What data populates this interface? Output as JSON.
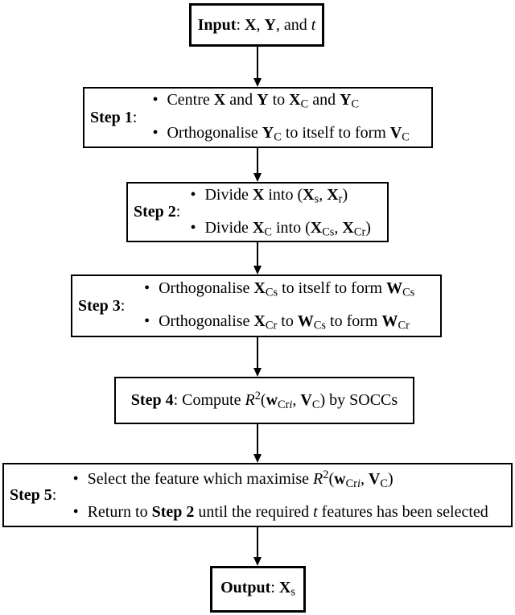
{
  "colors": {
    "background": "#ffffff",
    "line": "#000000",
    "text": "#000000"
  },
  "bullet_char": "•",
  "nodes": {
    "input": {
      "rich": [
        {
          "t": "Input",
          "b": true
        },
        {
          "t": ": "
        },
        {
          "t": "X",
          "b": true
        },
        {
          "t": ", "
        },
        {
          "t": "Y",
          "b": true
        },
        {
          "t": ", and "
        },
        {
          "t": "t",
          "i": true
        }
      ]
    },
    "step1": {
      "label": [
        {
          "t": "Step 1",
          "b": true
        },
        {
          "t": ":"
        }
      ],
      "bullets": [
        [
          {
            "t": "Centre "
          },
          {
            "t": "X",
            "b": true
          },
          {
            "t": " and "
          },
          {
            "t": "Y",
            "b": true
          },
          {
            "t": " to "
          },
          {
            "t": "X",
            "b": true
          },
          {
            "t": "C",
            "v": "sub"
          },
          {
            "t": " and "
          },
          {
            "t": "Y",
            "b": true
          },
          {
            "t": "C",
            "v": "sub"
          }
        ],
        [
          {
            "t": "Orthogonalise "
          },
          {
            "t": "Y",
            "b": true
          },
          {
            "t": "C",
            "v": "sub"
          },
          {
            "t": " to itself to form "
          },
          {
            "t": "V",
            "b": true
          },
          {
            "t": "C",
            "v": "sub"
          }
        ]
      ]
    },
    "step2": {
      "label": [
        {
          "t": "Step 2",
          "b": true
        },
        {
          "t": ":"
        }
      ],
      "bullets": [
        [
          {
            "t": "Divide "
          },
          {
            "t": "X",
            "b": true
          },
          {
            "t": " into ("
          },
          {
            "t": "X",
            "b": true
          },
          {
            "t": "s",
            "v": "sub"
          },
          {
            "t": ", "
          },
          {
            "t": "X",
            "b": true
          },
          {
            "t": "r",
            "v": "sub"
          },
          {
            "t": ")"
          }
        ],
        [
          {
            "t": "Divide "
          },
          {
            "t": "X",
            "b": true
          },
          {
            "t": "C",
            "v": "sub"
          },
          {
            "t": " into ("
          },
          {
            "t": "X",
            "b": true
          },
          {
            "t": "Cs",
            "v": "sub"
          },
          {
            "t": ", "
          },
          {
            "t": "X",
            "b": true
          },
          {
            "t": "Cr",
            "v": "sub"
          },
          {
            "t": ")"
          }
        ]
      ]
    },
    "step3": {
      "label": [
        {
          "t": "Step 3",
          "b": true
        },
        {
          "t": ":"
        }
      ],
      "bullets": [
        [
          {
            "t": "Orthogonalise "
          },
          {
            "t": "X",
            "b": true
          },
          {
            "t": "Cs",
            "v": "sub"
          },
          {
            "t": " to itself to form "
          },
          {
            "t": "W",
            "b": true
          },
          {
            "t": "Cs",
            "v": "sub"
          }
        ],
        [
          {
            "t": "Orthogonalise "
          },
          {
            "t": "X",
            "b": true
          },
          {
            "t": "Cr",
            "v": "sub"
          },
          {
            "t": " to "
          },
          {
            "t": "W",
            "b": true
          },
          {
            "t": "Cs",
            "v": "sub"
          },
          {
            "t": " to form "
          },
          {
            "t": "W",
            "b": true
          },
          {
            "t": "Cr",
            "v": "sub"
          }
        ]
      ]
    },
    "step4": {
      "rich": [
        {
          "t": "Step 4",
          "b": true
        },
        {
          "t": ": Compute "
        },
        {
          "t": "R",
          "i": true
        },
        {
          "t": "2",
          "v": "sup"
        },
        {
          "t": "("
        },
        {
          "t": "w",
          "b": true
        },
        {
          "t": "Cr",
          "v": "sub"
        },
        {
          "t": "i",
          "v": "sub",
          "i": true
        },
        {
          "t": ", "
        },
        {
          "t": "V",
          "b": true
        },
        {
          "t": "C",
          "v": "sub"
        },
        {
          "t": ") by SOCCs"
        }
      ]
    },
    "step5": {
      "label": [
        {
          "t": "Step 5",
          "b": true
        },
        {
          "t": ":"
        }
      ],
      "bullets": [
        [
          {
            "t": "Select the feature which maximise "
          },
          {
            "t": "R",
            "i": true
          },
          {
            "t": "2",
            "v": "sup"
          },
          {
            "t": "("
          },
          {
            "t": "w",
            "b": true
          },
          {
            "t": "Cr",
            "v": "sub"
          },
          {
            "t": "i",
            "v": "sub",
            "i": true
          },
          {
            "t": ", "
          },
          {
            "t": "V",
            "b": true
          },
          {
            "t": "C",
            "v": "sub"
          },
          {
            "t": ")"
          }
        ],
        [
          {
            "t": "Return to "
          },
          {
            "t": "Step 2",
            "b": true
          },
          {
            "t": " until the required "
          },
          {
            "t": "t",
            "i": true
          },
          {
            "t": " features has been selected"
          }
        ]
      ]
    },
    "output": {
      "rich": [
        {
          "t": "Output",
          "b": true
        },
        {
          "t": ": "
        },
        {
          "t": "X",
          "b": true
        },
        {
          "t": "s",
          "v": "sub"
        }
      ]
    }
  }
}
